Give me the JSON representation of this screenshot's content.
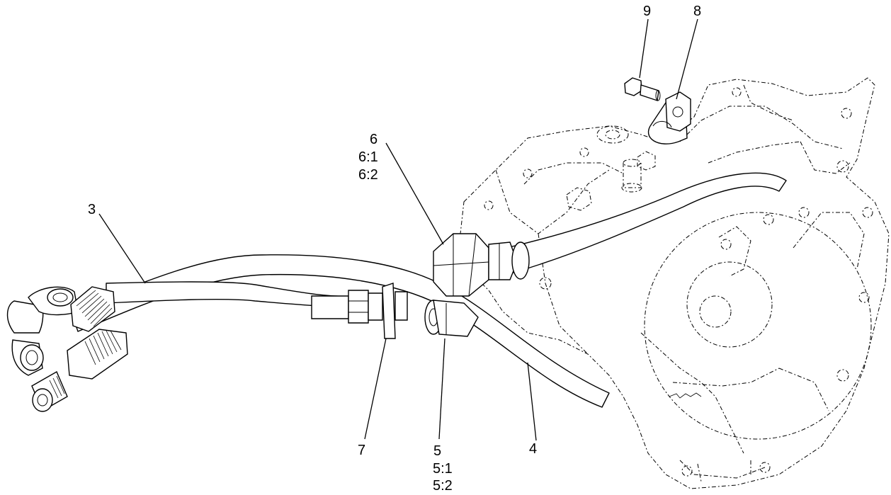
{
  "diagram": {
    "callouts": {
      "c3": "3",
      "c4": "4",
      "c5": "5",
      "c5_1": "5:1",
      "c5_2": "5:2",
      "c6": "6",
      "c6_1": "6:1",
      "c6_2": "6:2",
      "c7": "7",
      "c8": "8",
      "c9": "9"
    }
  }
}
